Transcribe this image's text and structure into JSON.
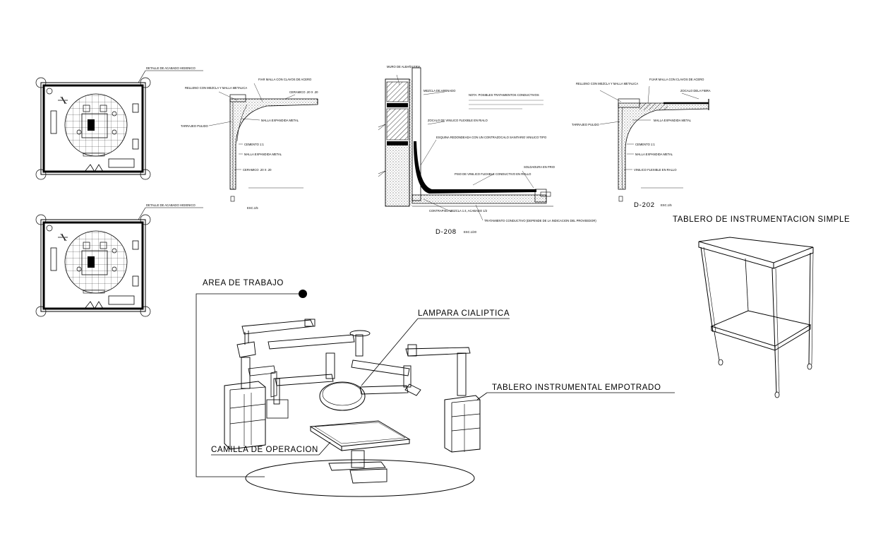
{
  "labels": {
    "detail_finish_1": "DETALLE DE ACABADO HIGIENICO",
    "detail_finish_2": "DETALLE DE ACABADO HIGIENICO",
    "area_trabajo": "AREA DE TRABAJO",
    "lampara": "LAMPARA CIALIPTICA",
    "tablero_empotrado": "TABLERO INSTRUMENTAL EMPOTRADO",
    "camilla": "CAMILLA DE OPERACION",
    "tablero_simple": "TABLERO DE INSTRUMENTACION SIMPLE"
  },
  "details": {
    "d208_ref": "D-208",
    "d208_scale": "ESC.1/20",
    "d202_ref": "D-202",
    "d202_scale": "ESC.1/5",
    "left_scale": "ESC.1/5"
  },
  "notes_left": {
    "n1": "FIAR MALLA CON CLAVOS DE ACERO",
    "n2": "RELLENO CON MEZCLA Y MALLA METALICA",
    "n3": "CERAMICO .20 X .20",
    "n4": "MALLA EXPANDIDA METAL",
    "n5": "TARRAJEO PULIDO",
    "n6": "CEMENTO 1:1",
    "n7": "MALLA EXPANDIDA METAL",
    "n8": "CERAMICO .20 X .20"
  },
  "notes_mid": {
    "m1": "MURO DE ALBAÑILERIA",
    "m2": "MEZCLA DE ARENADO",
    "m3": "NOTA: POSIBLES TRATAMIENTOS CONDUCTIVOS",
    "m4": "ZOCALO DE VINILICO FLEXIBLE EN RIALO",
    "m5": "ESQUINA REDONDEADA CON UN CONTRAZOCALO SANITARIO VINILICO TIPO",
    "m6": "PISO DE VINILICO FLEXIBLE CONDUCTIVO EN ROLLO",
    "m7": "SOLDADURA EN FRIO",
    "m8": "CONTRAPISO MEZCLA 1:4, ACABADO 1/2",
    "m9": "TRATAMIENTO CONDUCTIVO (DEPENDE DE LA INDICACION DEL PROVEEDOR)"
  },
  "notes_right": {
    "r1": "RELLENO CON MEZCLA Y MALLA METALICA",
    "r2": "FIJAR MALLA CON CLAVOS DE ACERO",
    "r3": "ZOCALO DELA FIBRA",
    "r4": "TARRAJEO PULIDO",
    "r5": "MALLA EXPANDIDA METAL",
    "r6": "CEMENTO 1:1",
    "r7": "MALLA EXPANDIDA METAL",
    "r8": "VINILICO FLEXIBLE EN RALLO"
  }
}
